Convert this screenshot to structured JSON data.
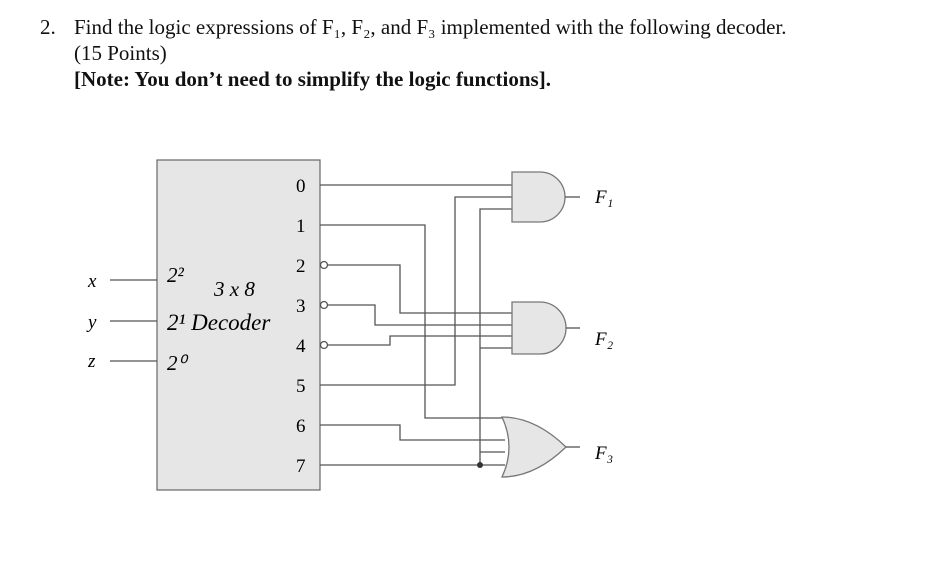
{
  "question": {
    "number": "2.",
    "line1": "Find the logic expressions of F₁, F₂, and F₃ implemented with the following decoder.",
    "points": "(15 Points)",
    "note": "[Note: You don’t need to simplify the logic functions]."
  },
  "decoder": {
    "size_label": "3 x 8",
    "name_label": "2¹ Decoder",
    "input_weight_2": "2²",
    "input_weight_0": "2⁰",
    "outputs": [
      "0",
      "1",
      "2",
      "3",
      "4",
      "5",
      "6",
      "7"
    ]
  },
  "inputs": [
    "x",
    "y",
    "z"
  ],
  "gates": [
    {
      "type": "AND",
      "output": "F₁"
    },
    {
      "type": "AND",
      "output": "F₂"
    },
    {
      "type": "OR",
      "output": "F₃"
    }
  ],
  "colors": {
    "wire": "#555555",
    "decoder_fill": "#e6e6e6",
    "gate_fill": "#e6e6e6"
  }
}
